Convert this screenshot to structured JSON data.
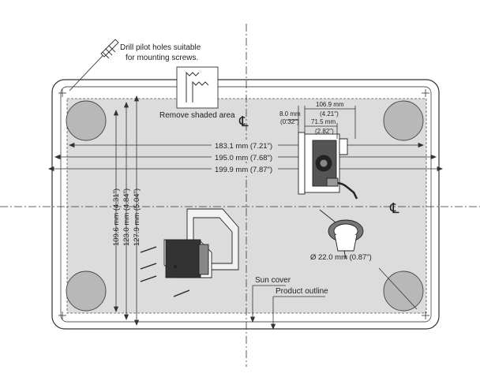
{
  "labels": {
    "drill_line1": "Drill pilot holes suitable",
    "drill_line2": "for mounting screws.",
    "remove_area": "Remove shaded area",
    "sun_cover": "Sun cover",
    "product_outline": "Product outline",
    "centerline_symbol": "℄"
  },
  "dimensions": {
    "width_183": "183.1 mm (7.21\")",
    "width_195": "195.0 mm (7.68\")",
    "width_199": "199.9 mm (7.87\")",
    "height_109": "109.6 mm (4.31\")",
    "height_123": "123.0 mm (4.84\")",
    "height_127": "127.9 mm (5.04\")",
    "depth_106_mm": "106.9 mm",
    "depth_106_in": "(4.21\")",
    "depth_71_mm": "71.5 mm",
    "depth_71_in": "(2.82\")",
    "depth_8_mm": "8.0 mm",
    "depth_8_in": "(0.32\")",
    "hole_diameter": "Ø 22.0 mm (0.87\")"
  }
}
